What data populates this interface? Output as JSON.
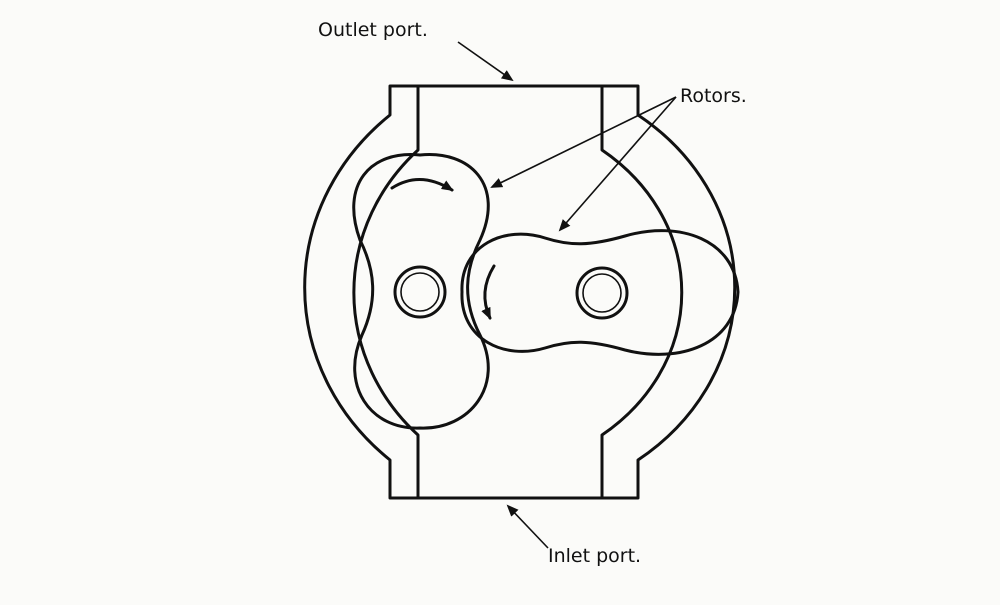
{
  "labels": {
    "outlet": "Outlet port.",
    "rotors": "Rotors.",
    "inlet": "Inlet port."
  },
  "colors": {
    "ink": "#111111",
    "paper": "#fbfbf9"
  }
}
